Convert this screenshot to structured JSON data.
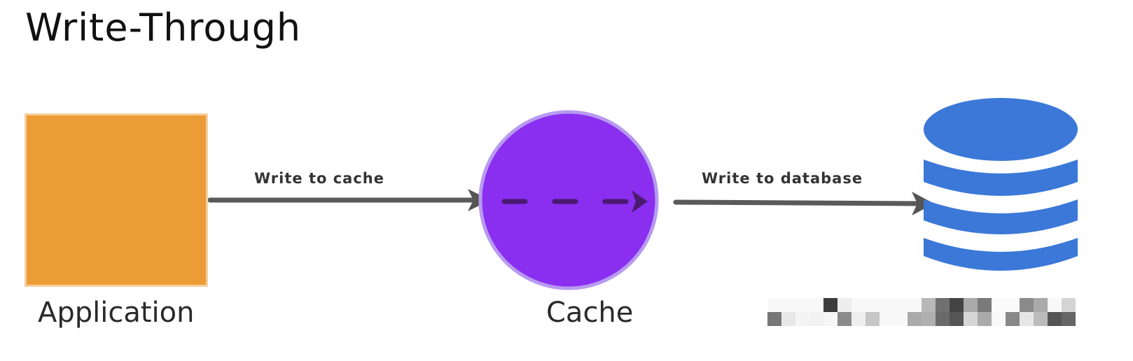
{
  "title": "Write-Through",
  "nodes": {
    "application": {
      "label": "Application",
      "shape": "square",
      "color": "#ec9c36"
    },
    "cache": {
      "label": "Cache",
      "shape": "circle",
      "color": "#8a2ef0"
    },
    "database": {
      "label": "",
      "label_obscured": true,
      "shape": "database-icon",
      "color": "#3b78d8"
    }
  },
  "edges": [
    {
      "from": "application",
      "to": "cache",
      "label": "Write to cache",
      "style": "solid"
    },
    {
      "from": "cache",
      "to": "cache-exit",
      "label": "",
      "style": "dashed"
    },
    {
      "from": "cache",
      "to": "database",
      "label": "Write to database",
      "style": "solid"
    }
  ],
  "colors": {
    "arrow": "#555555",
    "dashed_arrow": "#4a1a6e"
  }
}
